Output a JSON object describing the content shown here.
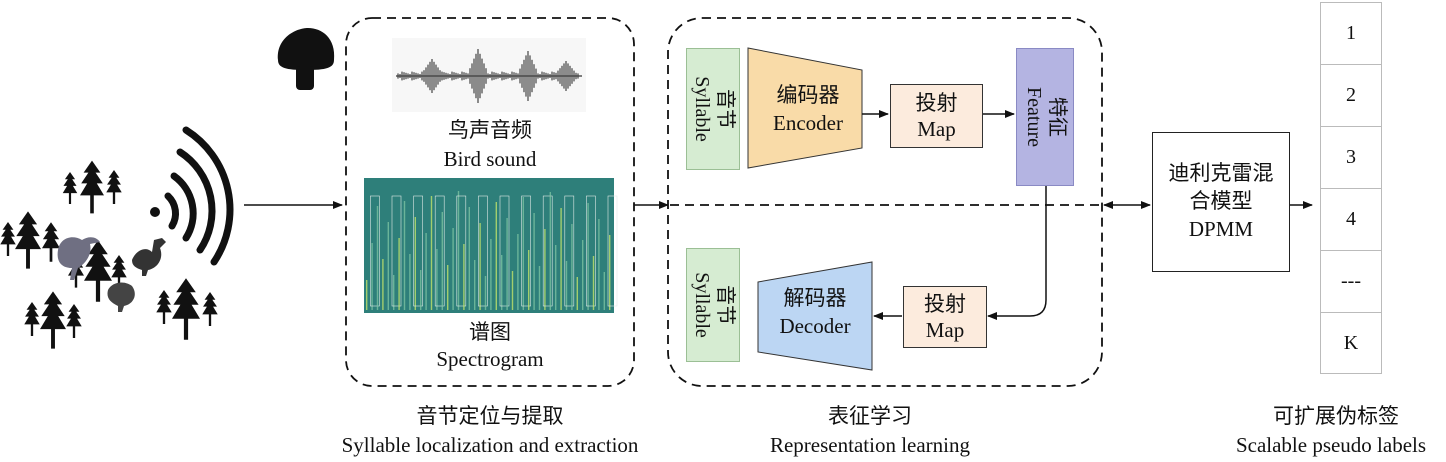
{
  "stage1": {
    "bird_sound_cn": "鸟声音频",
    "bird_sound_en": "Bird sound",
    "spectrogram_cn": "谱图",
    "spectrogram_en": "Spectrogram",
    "caption_cn": "音节定位与提取",
    "caption_en": "Syllable localization and extraction"
  },
  "stage2": {
    "syllable_cn": "音节",
    "syllable_en": "Syllable",
    "encoder_cn": "编码器",
    "encoder_en": "Encoder",
    "map_cn": "投射",
    "map_en": "Map",
    "feature_cn": "特征",
    "feature_en": "Feature",
    "decoder_cn": "解码器",
    "decoder_en": "Decoder",
    "caption_cn": "表征学习",
    "caption_en": "Representation learning"
  },
  "dpmm": {
    "line1": "迪利克雷混",
    "line2": "合模型",
    "line3": "DPMM"
  },
  "labels": {
    "items": [
      "1",
      "2",
      "3",
      "4",
      "---",
      "K"
    ],
    "caption_cn": "可扩展伪标签",
    "caption_en": "Scalable pseudo labels"
  },
  "colors": {
    "syllable_fill": "#d6ecd2",
    "encoder_fill": "#f9dba8",
    "map_fill": "#fcebdd",
    "feature_fill": "#b4b4e2",
    "decoder_fill": "#bcd6f3",
    "spectrogram_base": "#2e7f7a",
    "icons": "#111111"
  }
}
